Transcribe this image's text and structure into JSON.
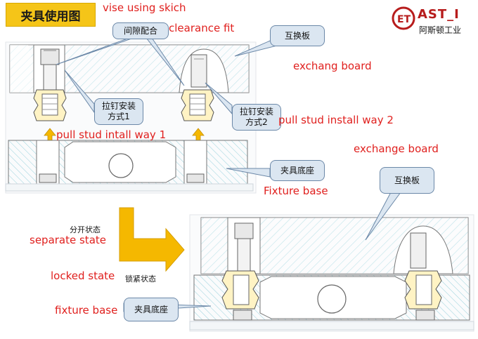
{
  "header": {
    "title_cn": "夹具使用图",
    "title_en": "vise using skich"
  },
  "logo": {
    "brand": "AST_I",
    "company_cn": "阿斯顿工业"
  },
  "top_diagram": {
    "clearance_fit_cn": "间隙配合",
    "clearance_fit_en": "clearance fit",
    "exchange_board_cn": "互换板",
    "exchange_board_en": "exchang board",
    "pull_stud_1_cn": "拉钉安装\n方式1",
    "pull_stud_1_en": "pull stud intall way 1",
    "pull_stud_2_cn": "拉钉安装\n方式2",
    "pull_stud_2_en": "pull stud install way 2",
    "fixture_base_cn": "夹具底座",
    "fixture_base_en": "Fixture base"
  },
  "bottom_diagram": {
    "exchange_board_en": "exchange board",
    "exchange_board_cn": "互换板",
    "separate_cn": "分开状态",
    "separate_en": "separate state",
    "locked_en": "locked state",
    "locked_cn": "锁紧状态",
    "fixture_base_en": "fixture base",
    "fixture_base_cn": "夹具底座"
  },
  "colors": {
    "title_bg": "#f5c518",
    "accent_red": "#e0201e",
    "callout_bg": "#dbe6f1",
    "arrow_yellow": "#f5b800",
    "hatch": "#9fd4de"
  }
}
